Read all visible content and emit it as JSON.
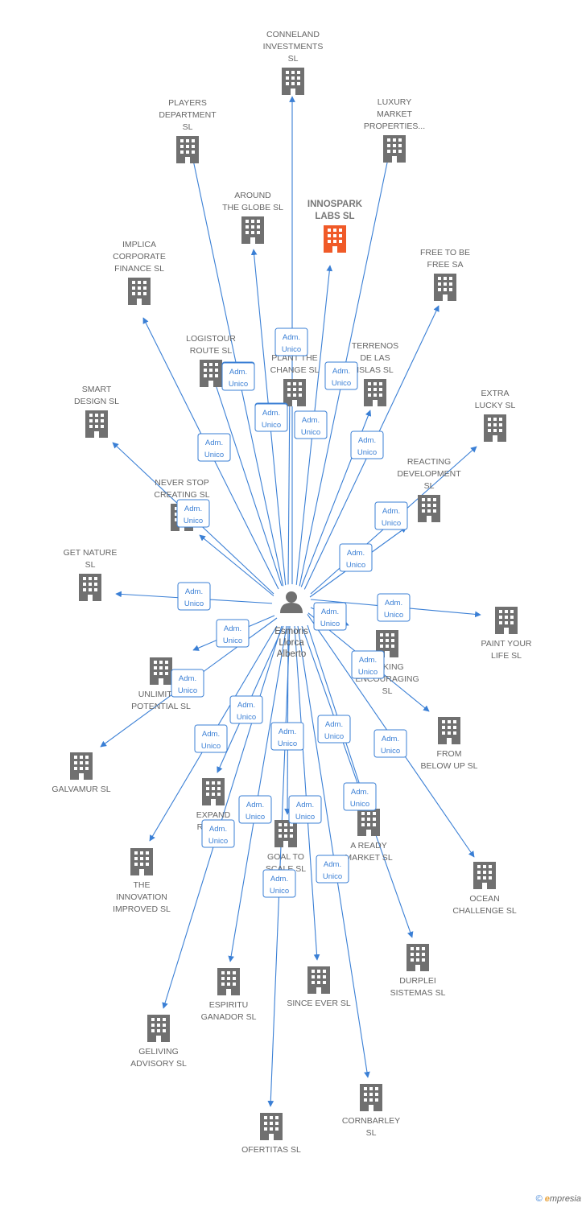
{
  "center": {
    "name_lines": [
      "Esmoris",
      "Llorca",
      "Alberto"
    ]
  },
  "badge_lines": [
    "Adm.",
    "Unico"
  ],
  "colors": {
    "edge": "#3a7fd5",
    "building": "#707070",
    "highlight": "#f05a28"
  },
  "nodes": [
    {
      "id": "conneland",
      "lines": [
        "CONNELAND",
        "INVESTMENTS",
        "SL"
      ]
    },
    {
      "id": "players",
      "lines": [
        "PLAYERS",
        "DEPARTMENT",
        "SL"
      ]
    },
    {
      "id": "luxury",
      "lines": [
        "LUXURY",
        "MARKET",
        "PROPERTIES..."
      ]
    },
    {
      "id": "around",
      "lines": [
        "AROUND",
        "THE GLOBE  SL"
      ]
    },
    {
      "id": "innospark",
      "lines": [
        "INNOSPARK",
        "LABS  SL"
      ],
      "highlight": true
    },
    {
      "id": "implica",
      "lines": [
        "IMPLICA",
        "CORPORATE",
        "FINANCE  SL"
      ]
    },
    {
      "id": "freetobe",
      "lines": [
        "FREE TO BE",
        "FREE SA"
      ]
    },
    {
      "id": "logistour",
      "lines": [
        "LOGISTOUR",
        "ROUTE  SL"
      ]
    },
    {
      "id": "plantthechange",
      "lines": [
        "PLANT THE",
        "CHANGE  SL"
      ]
    },
    {
      "id": "terrenos",
      "lines": [
        "TERRENOS",
        "DE LAS",
        "ISLAS  SL"
      ]
    },
    {
      "id": "smart",
      "lines": [
        "SMART",
        "DESIGN  SL"
      ]
    },
    {
      "id": "extralucky",
      "lines": [
        "EXTRA",
        "LUCKY  SL"
      ]
    },
    {
      "id": "neverstop",
      "lines": [
        "NEVER STOP",
        "CREATING  SL"
      ]
    },
    {
      "id": "reacting",
      "lines": [
        "REACTING",
        "DEVELOPMENT",
        "SL"
      ]
    },
    {
      "id": "getnature",
      "lines": [
        "GET NATURE",
        "SL"
      ]
    },
    {
      "id": "paintyourlife",
      "lines": [
        "PAINT YOUR",
        "LIFE  SL"
      ]
    },
    {
      "id": "unlimited",
      "lines": [
        "UNLIMITED",
        "POTENTIAL  SL"
      ]
    },
    {
      "id": "making",
      "lines": [
        "MAKING",
        "ENCOURAGING",
        "SL"
      ]
    },
    {
      "id": "frombelow",
      "lines": [
        "FROM",
        "BELOW UP  SL"
      ]
    },
    {
      "id": "galvamur",
      "lines": [
        "GALVAMUR  SL"
      ]
    },
    {
      "id": "expand",
      "lines": [
        "EXPAND",
        "RAPID..."
      ]
    },
    {
      "id": "goaltoscale",
      "lines": [
        "GOAL TO",
        "SCALE  SL"
      ]
    },
    {
      "id": "areadymarket",
      "lines": [
        "A READY",
        "MARKET  SL"
      ]
    },
    {
      "id": "innovation",
      "lines": [
        "THE",
        "INNOVATION",
        "IMPROVED  SL"
      ]
    },
    {
      "id": "oceanchallenge",
      "lines": [
        "OCEAN",
        "CHALLENGE  SL"
      ]
    },
    {
      "id": "espiritu",
      "lines": [
        "ESPIRITU",
        "GANADOR SL"
      ]
    },
    {
      "id": "sinceever",
      "lines": [
        "SINCE EVER  SL"
      ]
    },
    {
      "id": "durplei",
      "lines": [
        "DURPLEI",
        "SISTEMAS  SL"
      ]
    },
    {
      "id": "geliving",
      "lines": [
        "GELIVING",
        "ADVISORY  SL"
      ]
    },
    {
      "id": "cornbarley",
      "lines": [
        "CORNBARLEY",
        "SL"
      ]
    },
    {
      "id": "ofertitas",
      "lines": [
        "OFERTITAS  SL"
      ]
    }
  ],
  "footer": {
    "symbol": "©",
    "brand_initial": "e",
    "brand_rest": "mpresia"
  }
}
